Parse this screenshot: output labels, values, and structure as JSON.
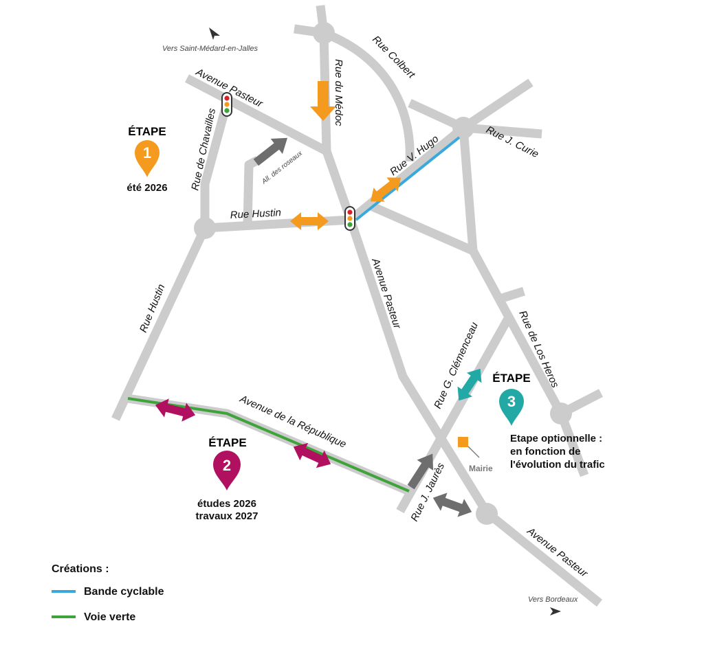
{
  "directions": {
    "north": "Vers Saint-Médard-en-Jalles",
    "south": "Vers Bordeaux"
  },
  "streets": {
    "avenue_pasteur": "Avenue Pasteur",
    "rue_du_medoc": "Rue du Médoc",
    "rue_colbert": "Rue Colbert",
    "rue_de_chavailles": "Rue de Chavailles",
    "allee_des_roseaux": "All. des roseaux",
    "rue_j_curie": "Rue J. Curie",
    "rue_v_hugo": "Rue V. Hugo",
    "rue_hustin": "Rue Hustin",
    "rue_de_los_heros": "Rue de Los Heros",
    "rue_g_clemenceau": "Rue G. Clémenceau",
    "avenue_de_la_republique": "Avenue de la République",
    "rue_j_jaures": "Rue J. Jaurès"
  },
  "stages": [
    {
      "header": "ÉTAPE",
      "number": "1",
      "lines": [
        "été 2026"
      ],
      "color": "#f39a1f"
    },
    {
      "header": "ÉTAPE",
      "number": "2",
      "lines": [
        "études 2026",
        "travaux 2027"
      ],
      "color": "#b0105f"
    },
    {
      "header": "ÉTAPE",
      "number": "3",
      "lines": [
        "Etape optionnelle :",
        "en fonction de",
        "l'évolution du trafic"
      ],
      "color": "#23a9a5"
    }
  ],
  "landmark": {
    "label": "Mairie",
    "color": "#f39a1f"
  },
  "legend": {
    "title": "Créations :",
    "items": [
      {
        "label": "Bande cyclable",
        "color": "#39a8dd"
      },
      {
        "label": "Voie verte",
        "color": "#3ea33a"
      }
    ]
  },
  "colors": {
    "road": "#cccccc",
    "gray_arrow": "#6e6e6e",
    "traffic_light_red": "#d6222a",
    "traffic_light_yellow": "#f39a1f",
    "traffic_light_green": "#3ea33a"
  },
  "icons": [
    "north-direction-arrow-icon",
    "south-direction-arrow-icon",
    "traffic-light-icon",
    "map-pin-icon",
    "double-arrow-icon",
    "single-arrow-icon",
    "mairie-square-icon"
  ]
}
